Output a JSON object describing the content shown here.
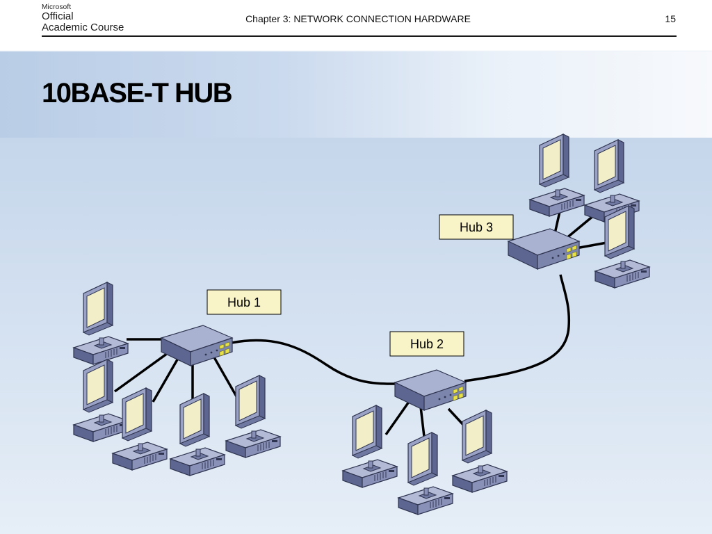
{
  "header": {
    "logo_brand": "Microsoft",
    "logo_line1": "Official",
    "logo_line2": "Academic Course",
    "chapter": "Chapter 3: NETWORK CONNECTION HARDWARE",
    "page_number": "15"
  },
  "slide": {
    "title": "10BASE-T HUB"
  },
  "diagram": {
    "hubs": [
      {
        "id": "hub1",
        "label": "Hub 1"
      },
      {
        "id": "hub2",
        "label": "Hub 2"
      },
      {
        "id": "hub3",
        "label": "Hub 3"
      }
    ]
  },
  "colors": {
    "hub_body": "#7c86ac",
    "monitor_screen": "#f2efc8",
    "label_fill": "#f8f4c8",
    "hub_led": "#e8e246",
    "cable": "#000000"
  }
}
